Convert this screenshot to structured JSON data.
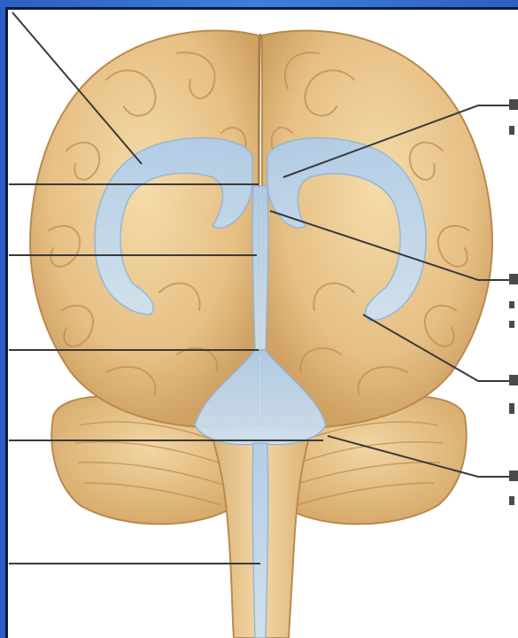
{
  "figure": {
    "subject": "brain-ventricles-anterior-view",
    "colors": {
      "brain_base": "#e9c78f",
      "brain_shade": "#c79a5c",
      "brain_highlight": "#f7e2b8",
      "ventricle": "#b9d5ee",
      "ventricle_edge": "#8fb5d9",
      "leader_line": "#3a3a3a",
      "frame": "#2b5fc4"
    }
  },
  "leaders": [
    {
      "id": "left-top"
    },
    {
      "id": "left-2"
    },
    {
      "id": "left-3"
    },
    {
      "id": "left-4"
    },
    {
      "id": "left-5"
    },
    {
      "id": "left-6"
    },
    {
      "id": "right-1"
    },
    {
      "id": "right-2"
    },
    {
      "id": "right-3"
    },
    {
      "id": "right-4"
    }
  ]
}
